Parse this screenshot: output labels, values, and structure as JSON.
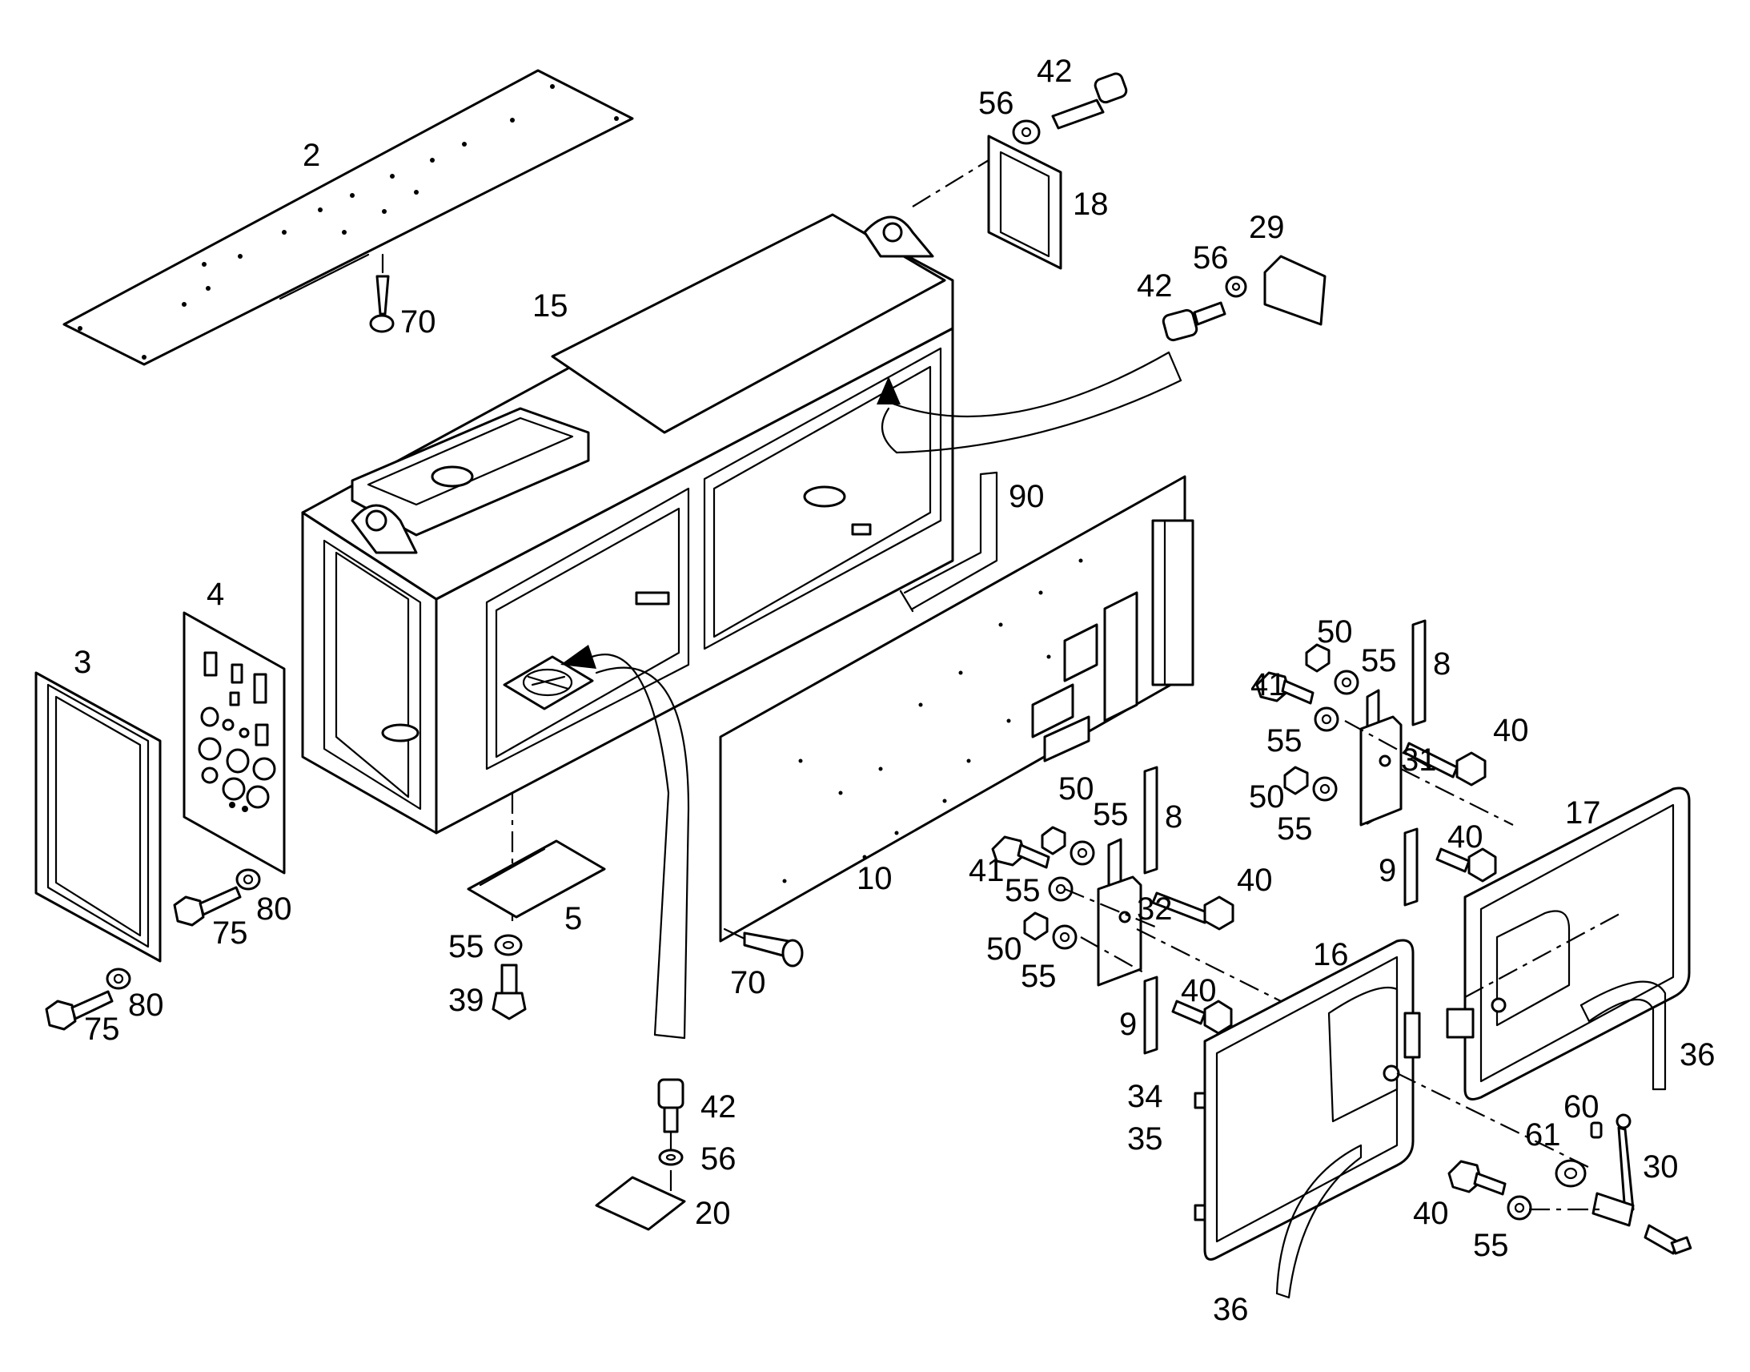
{
  "callouts": {
    "p2": "2",
    "p70a": "70",
    "p15": "15",
    "p42a": "42",
    "p56a": "56",
    "p18": "18",
    "p29": "29",
    "p56b": "56",
    "p42b": "42",
    "p90": "90",
    "p4": "4",
    "p3": "3",
    "p80a": "80",
    "p75a": "75",
    "p80b": "80",
    "p75b": "75",
    "p5": "5",
    "p55a": "55",
    "p39": "39",
    "p10": "10",
    "p70b": "70",
    "p42c": "42",
    "p56c": "56",
    "p20": "20",
    "p50a": "50",
    "p55b": "55",
    "p8a": "8",
    "p41a": "41",
    "p55c": "55",
    "p40a": "40",
    "p31": "31",
    "p50b": "50",
    "p55d": "55",
    "p40b": "40",
    "p9a": "9",
    "p17": "17",
    "p50c": "50",
    "p55e": "55",
    "p8b": "8",
    "p41b": "41",
    "p55f": "55",
    "p40c": "40",
    "p32": "32",
    "p50d": "50",
    "p55g": "55",
    "p40d": "40",
    "p9b": "9",
    "p16": "16",
    "p36a": "36",
    "p34": "34",
    "p35": "35",
    "p60": "60",
    "p61": "61",
    "p30": "30",
    "p40e": "40",
    "p55h": "55",
    "p36b": "36"
  }
}
